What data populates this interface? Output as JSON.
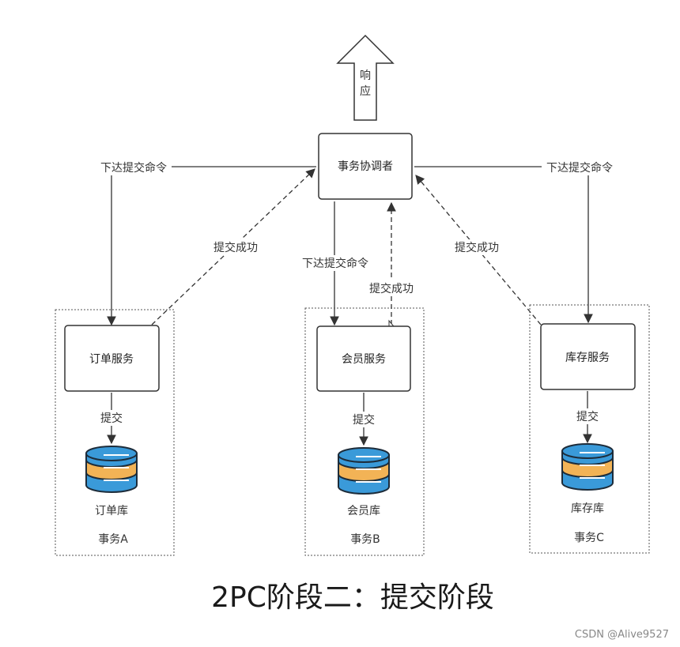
{
  "response_arrow": {
    "label_line1": "响",
    "label_line2": "应"
  },
  "coordinator": {
    "label": "事务协调者"
  },
  "edge_labels": {
    "left_command": "下达提交命令",
    "right_command": "下达提交命令",
    "middle_command": "下达提交命令",
    "left_success": "提交成功",
    "middle_success": "提交成功",
    "right_success": "提交成功"
  },
  "transactions": [
    {
      "service": "订单服务",
      "commit": "提交",
      "database": "订单库",
      "group": "事务A"
    },
    {
      "service": "会员服务",
      "commit": "提交",
      "database": "会员库",
      "group": "事务B"
    },
    {
      "service": "库存服务",
      "commit": "提交",
      "database": "库存库",
      "group": "事务C"
    }
  ],
  "title": "2PC阶段二：提交阶段",
  "watermark": "CSDN @Alive9527",
  "colors": {
    "db_blue": "#3a9ad9",
    "db_orange": "#f2b356",
    "db_stroke": "#1d2c3a",
    "line": "#333333"
  }
}
